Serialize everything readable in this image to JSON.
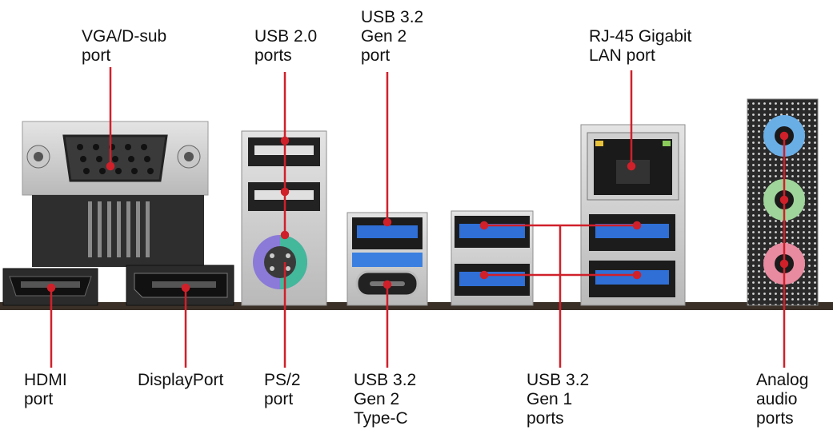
{
  "labels": {
    "vga": "VGA/D-sub\nport",
    "usb20": "USB 2.0\nports",
    "usb32g2": "USB 3.2\nGen 2\nport",
    "rj45": "RJ-45 Gigabit\nLAN port",
    "hdmi": "HDMI\nport",
    "displayport": "DisplayPort",
    "ps2": "PS/2\nport",
    "usb32g2c": "USB 3.2\nGen 2\nType-C",
    "usb32g1": "USB 3.2\nGen 1\nports",
    "audio": "Analog\naudio\nports"
  },
  "colors": {
    "leader": "#d0202a",
    "usb3_blue": "#2f6fd6",
    "audio_blue": "#6aaee6",
    "audio_green": "#9fd49a",
    "audio_pink": "#e88aa0",
    "ps2_purple": "#8b7ad8",
    "ps2_green": "#43b89b"
  }
}
